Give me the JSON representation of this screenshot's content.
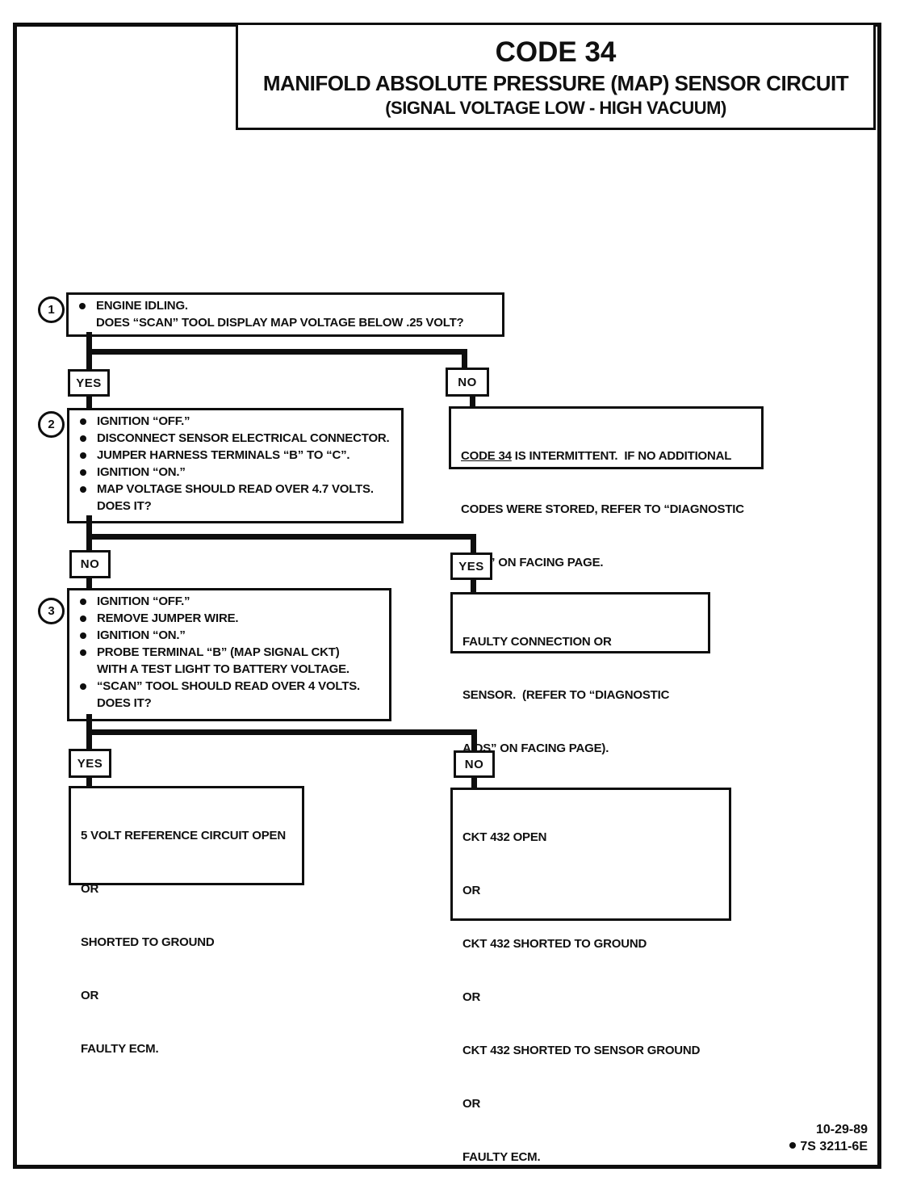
{
  "title": {
    "code": "CODE 34",
    "line1": "MANIFOLD ABSOLUTE PRESSURE (MAP) SENSOR CIRCUIT",
    "line2": "(SIGNAL VOLTAGE LOW - HIGH VACUUM)"
  },
  "steps": {
    "s1": {
      "num": "1",
      "b0": "ENGINE IDLING.",
      "c1": "DOES “SCAN” TOOL DISPLAY MAP VOLTAGE BELOW .25 VOLT?"
    },
    "s2": {
      "num": "2",
      "b0": "IGNITION “OFF.”",
      "b1": "DISCONNECT SENSOR ELECTRICAL CONNECTOR.",
      "b2": "JUMPER HARNESS TERMINALS “B” TO “C”.",
      "b3": "IGNITION “ON.”",
      "b4": "MAP VOLTAGE SHOULD READ OVER 4.7 VOLTS.",
      "c5": "DOES IT?"
    },
    "s3": {
      "num": "3",
      "b0": "IGNITION “OFF.”",
      "b1": "REMOVE JUMPER WIRE.",
      "b2": "IGNITION “ON.”",
      "b3": "PROBE TERMINAL “B” (MAP SIGNAL CKT)",
      "c4": "WITH A TEST LIGHT TO BATTERY VOLTAGE.",
      "b5": "“SCAN” TOOL SHOULD READ OVER 4 VOLTS.",
      "c6": "DOES IT?"
    }
  },
  "decisions": {
    "d1_yes": "YES",
    "d1_no": "NO",
    "d2_no": "NO",
    "d2_yes": "YES",
    "d3_yes": "YES",
    "d3_no": "NO"
  },
  "results": {
    "intermittent": {
      "l0_underlined": "CODE 34",
      "l0_rest": " IS INTERMITTENT.  IF NO ADDITIONAL",
      "l1": "CODES WERE STORED, REFER TO “DIAGNOSTIC",
      "l2": "AIDS” ON FACING PAGE."
    },
    "faulty_sensor": {
      "l0": "FAULTY CONNECTION OR",
      "l1": "SENSOR.  (REFER TO “DIAGNOSTIC",
      "l2": "AIDS” ON FACING PAGE)."
    },
    "ref_open": {
      "l0": "5 VOLT REFERENCE CIRCUIT OPEN",
      "l1": "OR",
      "l2": "SHORTED TO GROUND",
      "l3": "OR",
      "l4": "FAULTY ECM."
    },
    "ckt432": {
      "l0": "CKT 432 OPEN",
      "l1": "OR",
      "l2": "CKT 432 SHORTED TO GROUND",
      "l3": "OR",
      "l4": "CKT 432 SHORTED TO SENSOR GROUND",
      "l5": "OR",
      "l6": "FAULTY ECM."
    }
  },
  "footer": {
    "date": "10-29-89",
    "doc": "7S 3211-6E"
  },
  "colors": {
    "ink": "#0e0e0e",
    "paper": "#ffffff"
  }
}
